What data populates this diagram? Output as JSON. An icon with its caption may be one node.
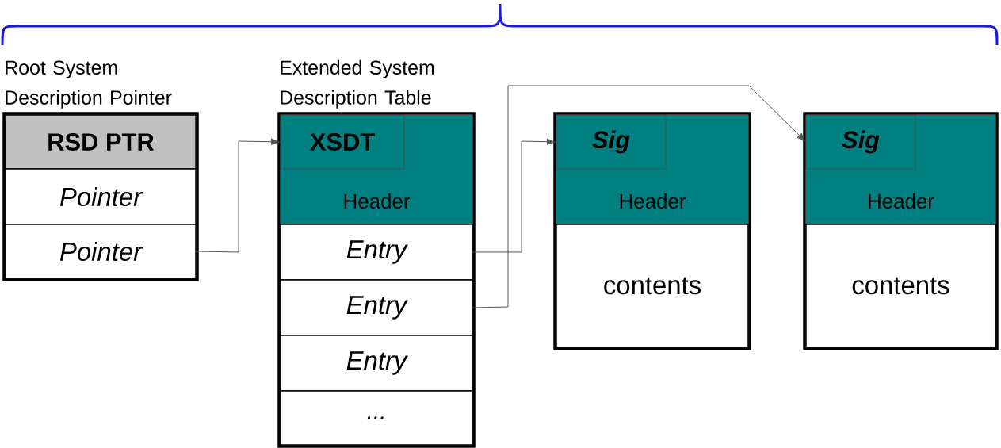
{
  "diagram": {
    "nodes": [
      {
        "text": [
          "Root System Description Pointer"
        ]
      },
      {
        "text": [
          "RSD PTR"
        ],
        "in": 0
      },
      {
        "text": [
          "Pointer"
        ],
        "in": 0
      },
      {
        "text": [
          "Pointer"
        ],
        "in": 0
      },
      {
        "text": [
          "Extended System Description Table"
        ]
      },
      {
        "text": [
          "Header"
        ],
        "in": 4
      },
      {
        "text": [
          "XSDT"
        ],
        "in": 5
      },
      {
        "text": [
          "Entry"
        ],
        "in": 4
      },
      {
        "text": [
          "Entry"
        ],
        "in": 4
      },
      {
        "text": [
          "Entry"
        ],
        "in": 4
      },
      {
        "text": [
          "..."
        ],
        "in": 4
      },
      {
        "text": [],
        "shape": "box"
      },
      {
        "text": [
          "Header"
        ],
        "in": 11
      },
      {
        "text": [
          "Sig"
        ],
        "in": 12
      },
      {
        "text": [
          "contents"
        ],
        "in": 11
      },
      {
        "text": [],
        "shape": "box"
      },
      {
        "text": [
          "Header"
        ],
        "in": 15
      },
      {
        "text": [
          "Sig"
        ],
        "in": 16
      },
      {
        "text": [
          "contents"
        ],
        "in": 15
      }
    ],
    "edges": [
      {
        "from": 3,
        "to": 6,
        "arrow": "to"
      },
      {
        "from": 7,
        "to": 13,
        "arrow": "to"
      },
      {
        "from": 8,
        "to": 17,
        "arrow": "to"
      }
    ]
  }
}
